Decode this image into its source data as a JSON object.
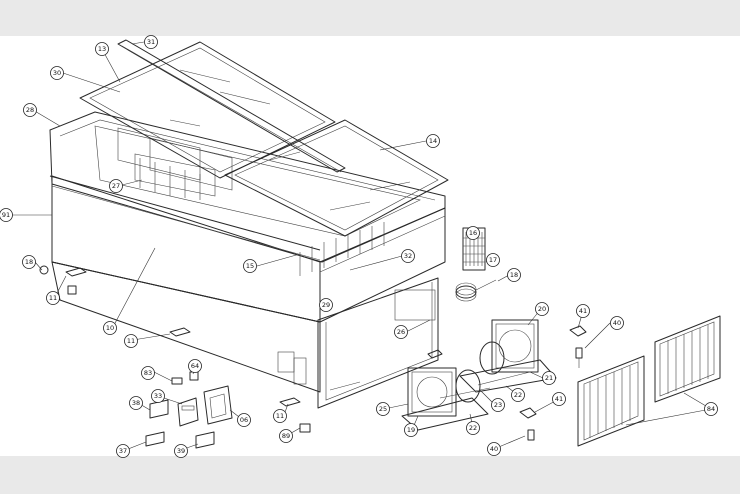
{
  "callouts": {
    "c31a": "31",
    "c13": "13",
    "c30": "30",
    "c28": "28",
    "c14": "14",
    "c27": "27",
    "c91": "91",
    "c16": "16",
    "c17": "17",
    "c18a": "18",
    "c32": "32",
    "c15": "15",
    "c18b": "18",
    "c11a": "11",
    "c29": "29",
    "c20": "20",
    "c41a": "41",
    "c40a": "40",
    "c10": "10",
    "c26": "26",
    "c11b": "11",
    "c21": "21",
    "c64": "64",
    "c83": "83",
    "c22a": "22",
    "c23": "23",
    "c38": "38",
    "c33": "33",
    "c06": "06",
    "c25": "25",
    "c41b": "41",
    "c11c": "11",
    "c19": "19",
    "c22b": "22",
    "c84": "84",
    "c89": "89",
    "c37": "37",
    "c39": "39",
    "c40b": "40"
  }
}
